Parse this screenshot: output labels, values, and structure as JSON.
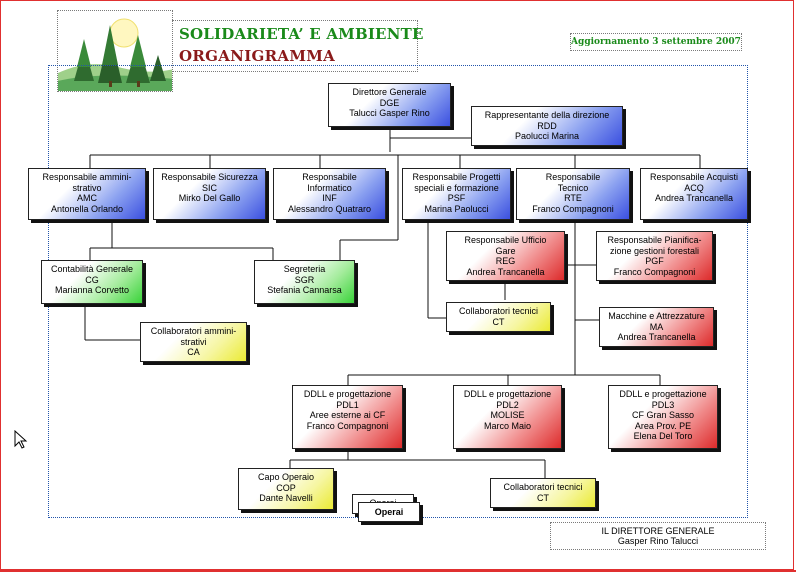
{
  "header": {
    "title_line1": "SOLIDARIETA’ E AMBIENTE",
    "title_line2": "ORGANIGRAMMA",
    "update": "Aggiornamento 3 settembre 2007",
    "logo": "pine-trees-sun-logo"
  },
  "nodes": {
    "dge": {
      "role": "Direttore Generale",
      "code": "DGE",
      "name": "Talucci Gasper Rino"
    },
    "rdd": {
      "role": "Rappresentante della direzione",
      "code": "RDD",
      "name": "Paolucci Marina"
    },
    "amc": {
      "role1": "Responsabile ammini-",
      "role2": "strativo",
      "code": "AMC",
      "name": "Antonella Orlando"
    },
    "sic": {
      "role": "Responsabile Sicurezza",
      "code": "SIC",
      "name": "Mirko Del Gallo"
    },
    "inf": {
      "role1": "Responsabile",
      "role2": "Informatico",
      "code": "INF",
      "name": "Alessandro Quatraro"
    },
    "psf": {
      "role1": "Responsabile Progetti",
      "role2": "speciali e formazione",
      "code": "PSF",
      "name": "Marina Paolucci"
    },
    "rte": {
      "role1": "Responsabile",
      "role2": "Tecnico",
      "code": "RTE",
      "name": "Franco Compagnoni"
    },
    "acq": {
      "role": "Responsabile Acquisti",
      "code": "ACQ",
      "name": "Andrea Trancanella"
    },
    "cg": {
      "role": "Contabilità Generale",
      "code": "CG",
      "name": "Marianna Corvetto"
    },
    "sgr": {
      "role": "Segreteria",
      "code": "SGR",
      "name": "Stefania Cannarsa"
    },
    "ca": {
      "role1": "Collaboratori ammini-",
      "role2": "strativi",
      "code": "CA"
    },
    "reg": {
      "role1": "Responsabile Ufficio",
      "role2": "Gare",
      "code": "REG",
      "name": "Andrea Trancanella"
    },
    "pgf": {
      "role1": "Responsabile Pianifica-",
      "role2": "zione gestioni forestali",
      "code": "PGF",
      "name": "Franco Compagnoni"
    },
    "ct1": {
      "role": "Collaboratori tecnici",
      "code": "CT"
    },
    "ma": {
      "role": "Macchine e Attrezzature",
      "code": "MA",
      "name": "Andrea Trancanella"
    },
    "pdl1": {
      "role": "DDLL e progettazione",
      "code": "PDL1",
      "line1": "Aree esterne ai CF",
      "line2": "Franco Compagnoni"
    },
    "pdl2": {
      "role": "DDLL e progettazione",
      "code": "PDL2",
      "line1": "MOLISE",
      "line2": "Marco Maio"
    },
    "pdl3": {
      "role": "DDLL e progettazione",
      "code": "PDL3",
      "line1": "CF Gran Sasso",
      "line2": "Area Prov. PE",
      "line3": "Elena Del Toro"
    },
    "cop": {
      "role": "Capo Operaio",
      "code": "COP",
      "name": "Dante Navelli"
    },
    "ct2": {
      "role": "Collaboratori tecnici",
      "code": "CT"
    },
    "operai_back": {
      "label": "Operai"
    },
    "operai": {
      "label": "Operai"
    }
  },
  "signature": {
    "line1": "IL DIRETTORE GENERALE",
    "line2": "Gasper Rino Talucci"
  },
  "colors": {
    "blue": "#3b50e0",
    "red": "#dd2b2b",
    "green": "#3ad33a",
    "yellow": "#eaea33",
    "title_green": "#1a8a1a",
    "title_red": "#8a1a1a"
  }
}
